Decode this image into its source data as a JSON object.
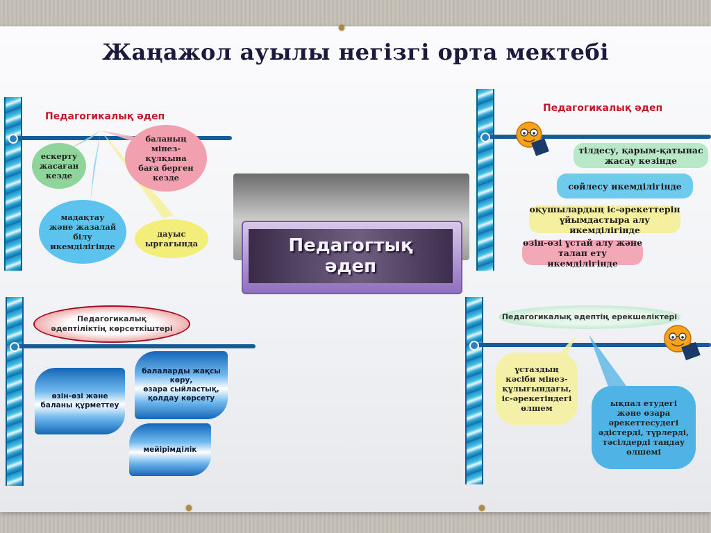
{
  "title": "Жаңажол ауылы негізгі орта мектебі",
  "center": {
    "label": "Педагогтық\nәдеп"
  },
  "top_left": {
    "heading": "Педагогикалық әдеп",
    "bubbles": [
      {
        "text": "ескерту\nжасаған\nкезде",
        "color": "#8fd49a"
      },
      {
        "text": "баланың\nмінез-\nқұлқына\nбаға берген\nкезде",
        "color": "#f2a0b0"
      },
      {
        "text": "мадақтау\nжәне жазалай\nбілу\nикемділігінде",
        "color": "#5cc3ee"
      },
      {
        "text": "дауыс\nырғағында",
        "color": "#f3ee7a"
      }
    ]
  },
  "top_right": {
    "heading": "Педагогикалық әдеп",
    "pills": [
      {
        "text": "тілдесу, қарым-қатынас\nжасау кезінде",
        "color": "#b9e8c8"
      },
      {
        "text": "сөйлесу икемділігінде",
        "color": "#6fcbee"
      },
      {
        "text": "оқушылардың іс-әрекеттерін\nұйымдастыра алу икемділігінде",
        "color": "#f4f0a0"
      },
      {
        "text": "өзін-өзі ұстай алу және\nталап ету икемділігінде",
        "color": "#f3a8b8"
      }
    ]
  },
  "bottom_left": {
    "heading": "Педагогикалық\nәдептіліктің көрсеткіштері",
    "flags": [
      {
        "text": "өзін-өзі және\nбаланы құрметтеу"
      },
      {
        "text": "балаларды жақсы көру,\nөзара сыйластық,\nқолдау көрсету"
      },
      {
        "text": "мейірімділік"
      }
    ]
  },
  "bottom_right": {
    "heading": "Педагогикалық әдептің ерекшеліктері",
    "bubbles": [
      {
        "text": "ұстаздың\nкәсіби мінез-\nқұлығындағы,\nіс-әрекетіндегі\nөлшем",
        "color": "#f4f0a8"
      },
      {
        "text": "ықпал етудегі\nжәне өзара\nәрекеттесудегі\nәдістерді, түрлерді,\nтәсілдерді таңдау\nөлшемі",
        "color": "#4fb3e6"
      }
    ]
  },
  "icons": [
    "smiley-teacher-icon",
    "smiley-teacher-icon"
  ]
}
